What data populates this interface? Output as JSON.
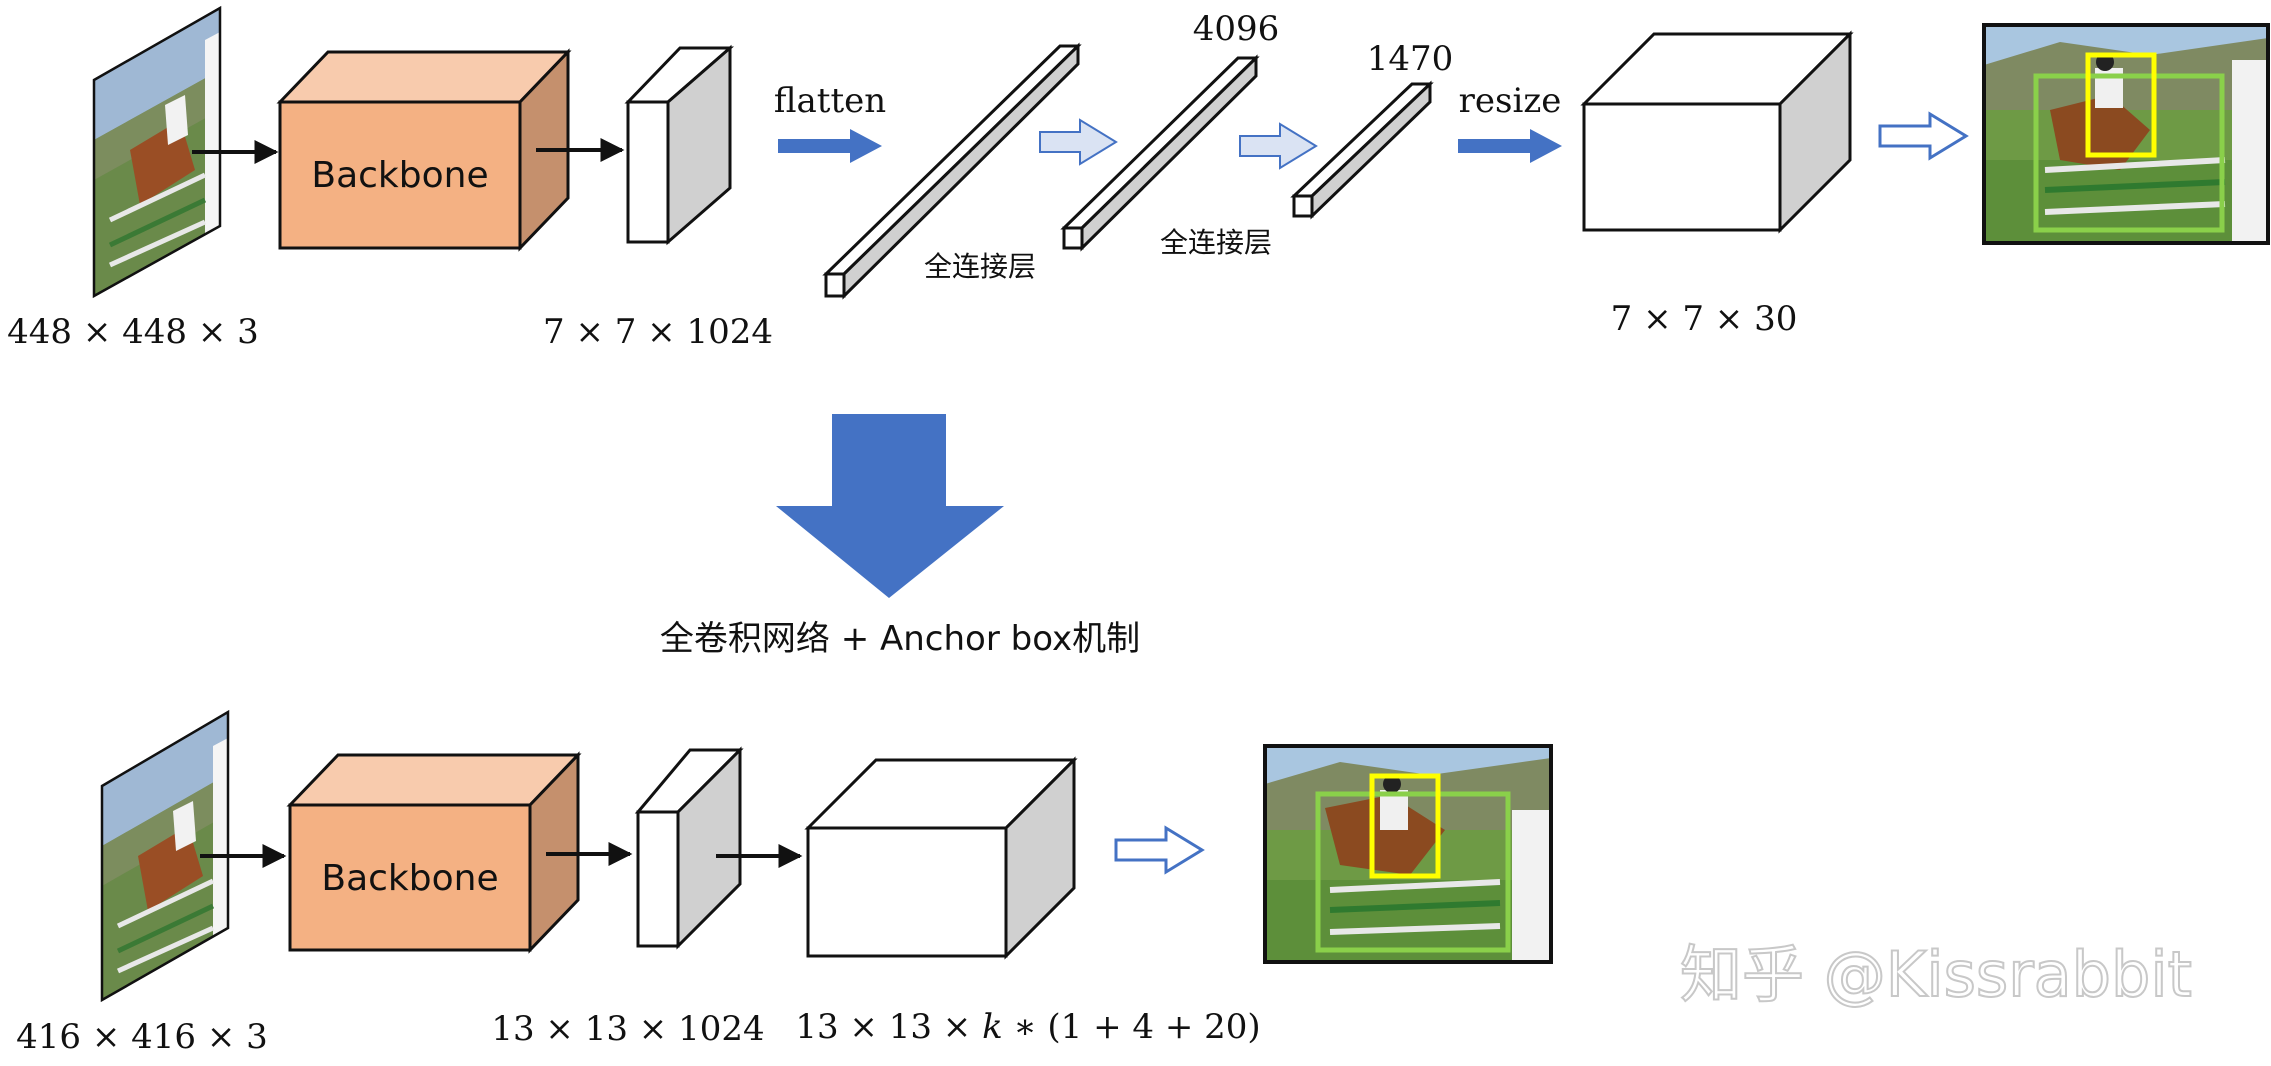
{
  "top_pipeline": {
    "input_dim": "448 × 448 × 3",
    "backbone_label": "Backbone",
    "feature_dim": "7 × 7 × 1024",
    "flatten_label": "flatten",
    "fc1_size": "4096",
    "fc2_size": "1470",
    "fc_label_1": "全连接层",
    "fc_label_2": "全连接层",
    "resize_label": "resize",
    "output_dim": "7 × 7 × 30"
  },
  "transition_label": "全卷积网络 + Anchor box机制",
  "bottom_pipeline": {
    "input_dim": "416 × 416 × 3",
    "backbone_label": "Backbone",
    "feature_dim": "13 × 13 × 1024",
    "output_dim": "13 × 13 × 𝑘 ∗ (1 + 4 + 20)"
  },
  "watermark": "知乎 @Kissrabbit",
  "colors": {
    "backbone_front": "#f4b183",
    "backbone_top": "#f8cbad",
    "backbone_side": "#c5906d",
    "arrow_blue": "#4472c4",
    "arrow_light": "#dae3f3",
    "box_side_gray": "#d0d0d0",
    "bbox_yellow": "#ffff00",
    "bbox_green": "#8ad04a"
  }
}
